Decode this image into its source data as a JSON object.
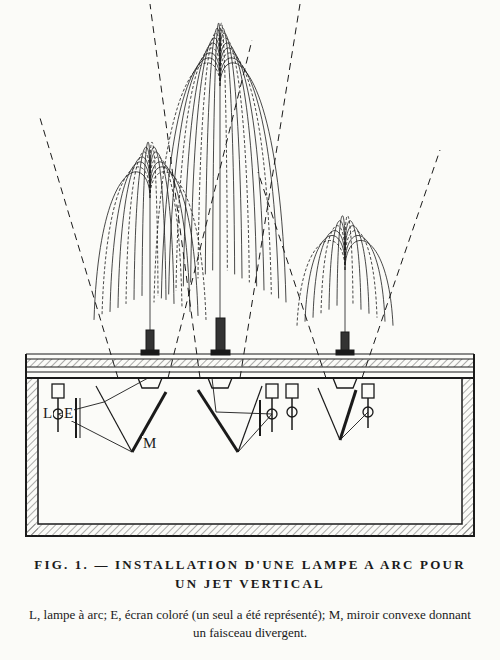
{
  "diagram": {
    "title": "FIG. 1. — INSTALLATION D'UNE LAMPE A ARC POUR UN JET VERTICAL",
    "caption": "L, lampe à arc; E, écran coloré (un seul a été représenté); M, miroir convexe donnant un faisceau divergent.",
    "labels": [
      "L",
      "E",
      "M"
    ]
  }
}
